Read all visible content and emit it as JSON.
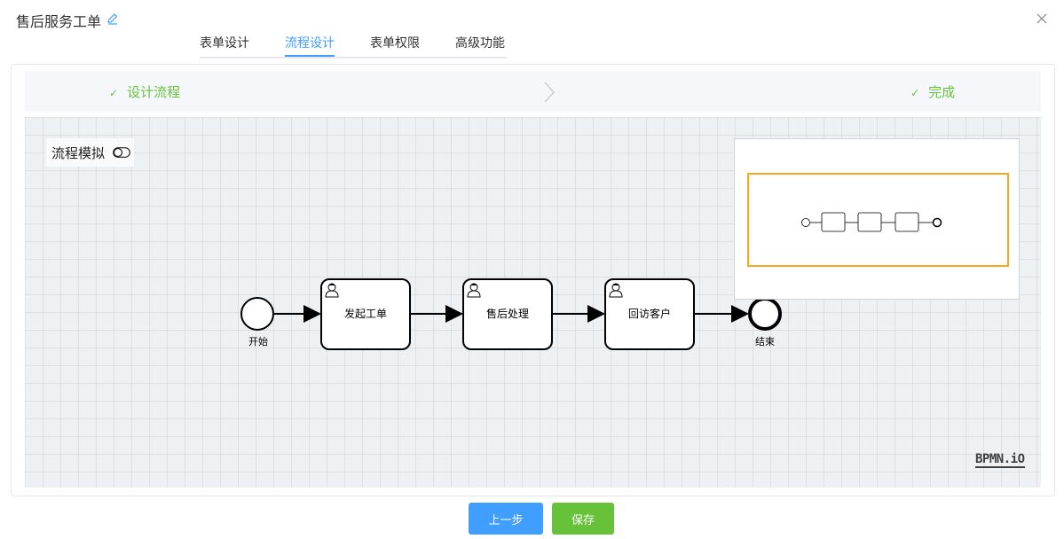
{
  "dialog": {
    "title": "售后服务工单",
    "edit_icon": "pencil-icon",
    "close_icon": "close-icon"
  },
  "tabs": [
    {
      "label": "表单设计",
      "active": false
    },
    {
      "label": "流程设计",
      "active": true
    },
    {
      "label": "表单权限",
      "active": false
    },
    {
      "label": "高级功能",
      "active": false
    }
  ],
  "steps": [
    {
      "label": "设计流程",
      "status": "done"
    },
    {
      "label": "完成",
      "status": "done"
    }
  ],
  "simulation": {
    "label": "流程模拟",
    "enabled": false
  },
  "process": {
    "start": {
      "label": "开始"
    },
    "tasks": [
      {
        "label": "发起工单",
        "icon": "user-icon"
      },
      {
        "label": "售后处理",
        "icon": "user-icon"
      },
      {
        "label": "回访客户",
        "icon": "user-icon"
      }
    ],
    "end": {
      "label": "结束"
    }
  },
  "footer": {
    "prev_label": "上一步",
    "save_label": "保存"
  },
  "branding": {
    "logo_text": "BPMN.iO"
  },
  "colors": {
    "primary": "#409eff",
    "success": "#67c23a",
    "minimap_viewport": "#f5a623"
  }
}
